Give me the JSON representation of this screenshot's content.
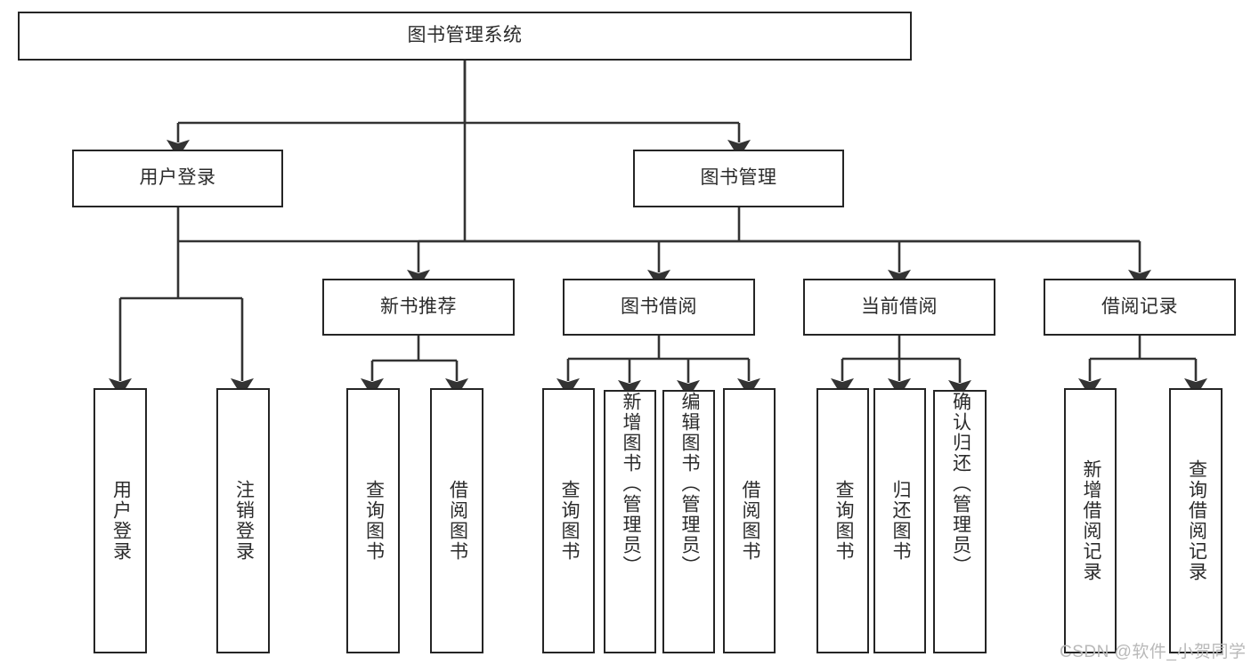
{
  "diagram": {
    "title": "图书管理系统",
    "type": "tree-hierarchy-diagram",
    "colors": {
      "box_border": "#252525",
      "box_fill": "#ffffff",
      "connector": "#333333",
      "text": "#2b2b2b",
      "watermark": "#b9b9b9",
      "background": "#ffffff"
    },
    "nodes": {
      "root": {
        "label": "图书管理系统"
      },
      "level2": [
        {
          "id": "user-login",
          "label": "用户登录"
        },
        {
          "id": "book-manage",
          "label": "图书管理"
        }
      ],
      "level3": [
        {
          "id": "new-book-recommend",
          "label": "新书推荐"
        },
        {
          "id": "book-borrow",
          "label": "图书借阅"
        },
        {
          "id": "current-borrow",
          "label": "当前借阅"
        },
        {
          "id": "borrow-record",
          "label": "借阅记录"
        }
      ],
      "leaves": {
        "user_login": [
          {
            "id": "leaf-user-login",
            "label": "用户登录"
          },
          {
            "id": "leaf-logout-login",
            "label": "注销登录"
          }
        ],
        "new_book_recommend": [
          {
            "id": "leaf-query-book-1",
            "label": "查询图书"
          },
          {
            "id": "leaf-borrow-book-1",
            "label": "借阅图书"
          }
        ],
        "book_borrow": [
          {
            "id": "leaf-query-book-2",
            "label": "查询图书"
          },
          {
            "id": "leaf-add-book",
            "label": "新增图书（管理员）"
          },
          {
            "id": "leaf-edit-book",
            "label": "编辑图书（管理员）"
          },
          {
            "id": "leaf-borrow-book-2",
            "label": "借阅图书"
          }
        ],
        "current_borrow": [
          {
            "id": "leaf-query-book-3",
            "label": "查询图书"
          },
          {
            "id": "leaf-return-book",
            "label": "归还图书"
          },
          {
            "id": "leaf-confirm-return",
            "label": "确认归还（管理员）"
          }
        ],
        "borrow_record": [
          {
            "id": "leaf-add-record",
            "label": "新增借阅记录"
          },
          {
            "id": "leaf-query-record",
            "label": "查询借阅记录"
          }
        ]
      }
    },
    "watermark": "CSDN @软件_小贺同学"
  }
}
